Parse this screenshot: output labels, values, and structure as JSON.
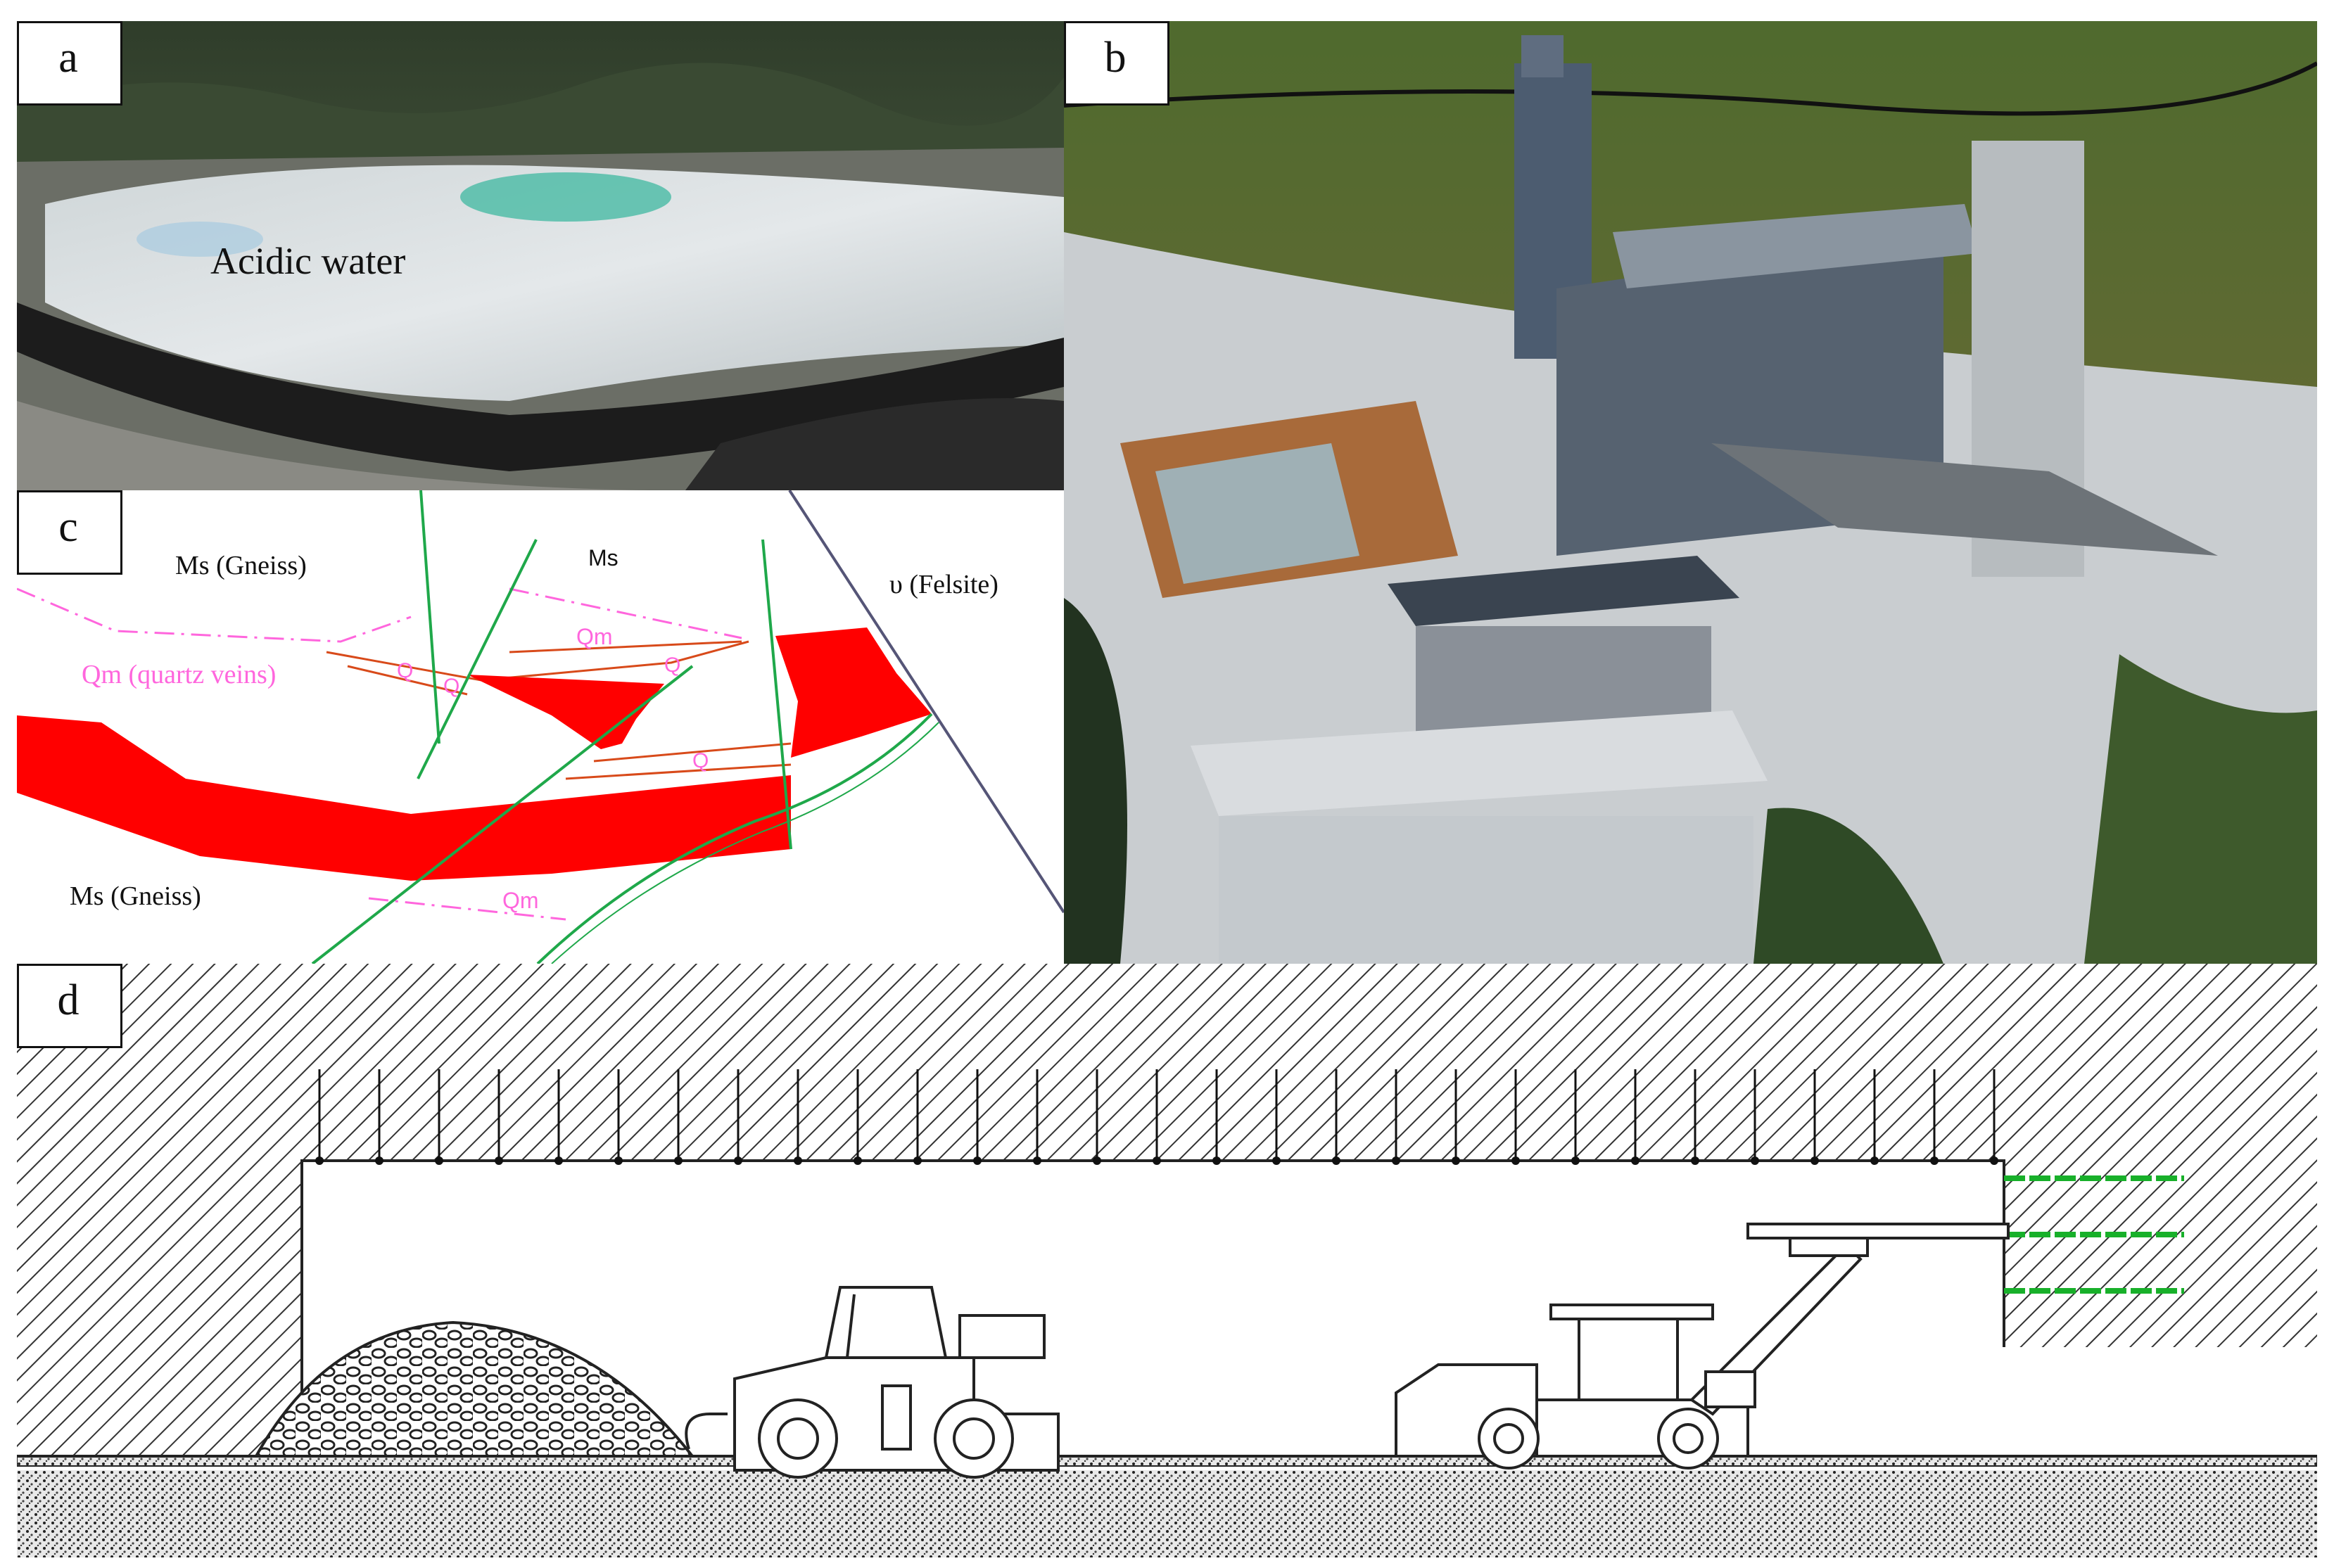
{
  "figure": {
    "panels": [
      {
        "id": "a",
        "letter": "a",
        "labels": [
          "Acidic water"
        ]
      },
      {
        "id": "b",
        "letter": "b"
      },
      {
        "id": "c",
        "letter": "c",
        "labels": {
          "ms_gneiss_top": "Ms (Gneiss)",
          "ms_mid": "Ms",
          "felsite": "υ (Felsite)",
          "qm_quartz_veins": "Qm (quartz veins)",
          "qm_upper": "Qm",
          "q1": "Q",
          "q2": "Q",
          "q3": "Q",
          "q4": "Q",
          "ms_gneiss_bottom": "Ms (Gneiss)",
          "qm_lower": "Qm"
        }
      },
      {
        "id": "d",
        "letter": "d"
      }
    ]
  },
  "colors": {
    "ore_body": "#ff0000",
    "fault_line": "#1fa84a",
    "quartz_vein": "#ff66dd",
    "vein_outline": "#d84a1a",
    "felsite_boundary": "#555577",
    "bolt_green": "#18b02a",
    "hatch": "#333333"
  }
}
